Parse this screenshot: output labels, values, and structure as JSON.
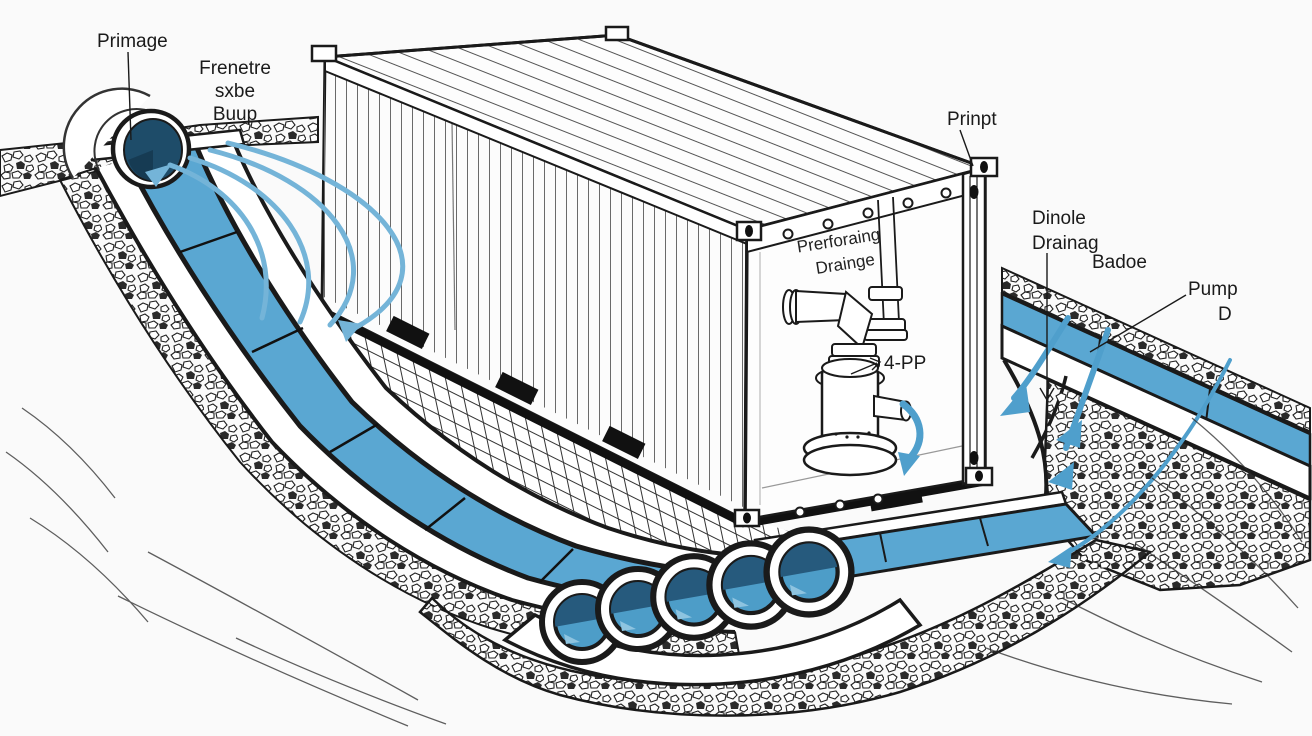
{
  "illustration": {
    "colors": {
      "water": "#5aa7d2",
      "water_dark": "#1e4c69",
      "flow_line": "#74b4d8",
      "arrow": "#4f9fcc",
      "ink": "#1a1a1a"
    },
    "labels": {
      "inlet": "Primage",
      "inlet_note": {
        "line1": "Frenetre",
        "line2": "sxbe",
        "line3": "Buup"
      },
      "corner": "Prinpt",
      "right_drain": {
        "line1": "Dinole",
        "line2": "Drainag"
      },
      "backfill": "Badoe",
      "pump": {
        "line1": "Pump",
        "line2": "D"
      },
      "interior_note": {
        "line1": "Prerforaing",
        "line2": "Drainge"
      },
      "pump_pipe": "4-PP"
    }
  }
}
